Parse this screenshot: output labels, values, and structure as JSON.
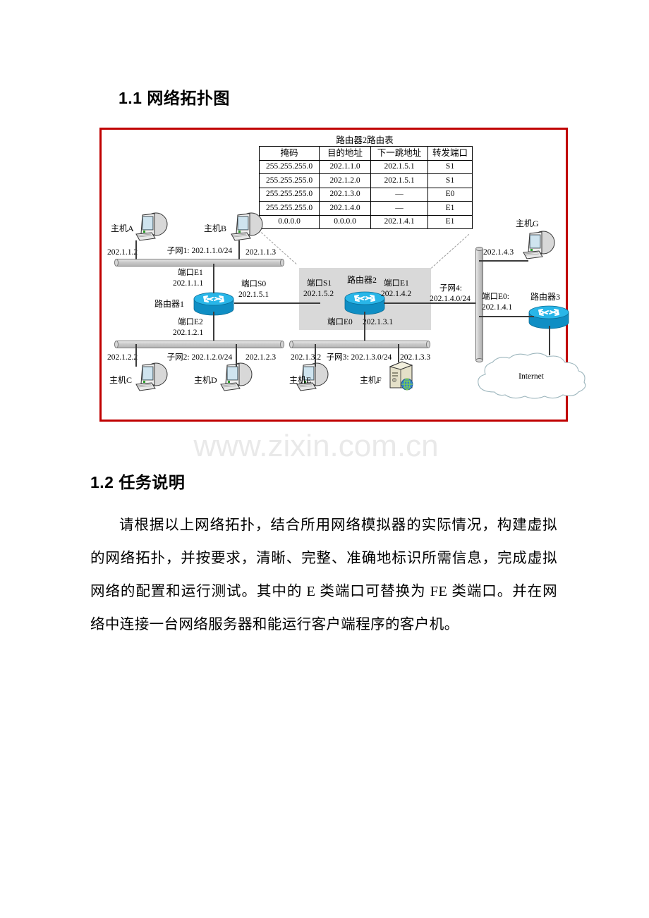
{
  "document": {
    "watermark": "www.zixin.com.cn",
    "section_1_1": {
      "heading": "1.1 网络拓扑图"
    },
    "section_1_2": {
      "heading": "1.2 任务说明",
      "paragraph": "请根据以上网络拓扑，结合所用网络模拟器的实际情况，构建虚拟的网络拓扑，并按要求，清晰、完整、准确地标识所需信息，完成虚拟网络的配置和运行测试。其中的 E 类端口可替换为 FE 类端口。并在网络中连接一台网络服务器和能运行客户端程序的客户机。"
    }
  },
  "figure": {
    "border_color": "#c00000",
    "routing_table": {
      "title": "路由器2路由表",
      "headers": [
        "掩码",
        "目的地址",
        "下一跳地址",
        "转发端口"
      ],
      "rows": [
        [
          "255.255.255.0",
          "202.1.1.0",
          "202.1.5.1",
          "S1"
        ],
        [
          "255.255.255.0",
          "202.1.2.0",
          "202.1.5.1",
          "S1"
        ],
        [
          "255.255.255.0",
          "202.1.3.0",
          "—",
          "E0"
        ],
        [
          "255.255.255.0",
          "202.1.4.0",
          "—",
          "E1"
        ],
        [
          "0.0.0.0",
          "0.0.0.0",
          "202.1.4.1",
          "E1"
        ]
      ]
    },
    "hosts": {
      "a": {
        "name": "主机A",
        "ip": "202.1.1.2"
      },
      "b": {
        "name": "主机B",
        "ip": "202.1.1.3"
      },
      "c": {
        "name": "主机C",
        "ip": "202.1.2.2"
      },
      "d": {
        "name": "主机D",
        "ip": "202.1.2.3"
      },
      "e": {
        "name": "主机E",
        "ip": "202.1.3.2"
      },
      "f": {
        "name": "主机F",
        "ip": "202.1.3.3"
      },
      "g": {
        "name": "主机G",
        "ip": "202.1.4.3"
      }
    },
    "subnets": {
      "s1": "子网1:  202.1.1.0/24",
      "s2": "子网2: 202.1.2.0/24",
      "s3": "子网3: 202.1.3.0/24",
      "s4_line1": "子网4:",
      "s4_line2": "202.1.4.0/24"
    },
    "routers": {
      "r1": {
        "name": "路由器1",
        "port_e1": "端口E1",
        "port_e1_ip": "202.1.1.1",
        "port_e2": "端口E2",
        "port_e2_ip": "202.1.2.1",
        "port_s0": "端口S0",
        "port_s0_ip": "202.1.5.1"
      },
      "r2": {
        "name": "路由器2",
        "port_s1": "端口S1",
        "port_s1_ip": "202.1.5.2",
        "port_e1": "端口E1",
        "port_e1_ip": "202.1.4.2",
        "port_e0": "端口E0",
        "port_e0_ip": "202.1.3.1"
      },
      "r3": {
        "name": "路由器3",
        "port_e0": "端口E0:",
        "port_e0_ip": "202.1.4.1"
      }
    },
    "internet": {
      "label": "Internet"
    }
  }
}
